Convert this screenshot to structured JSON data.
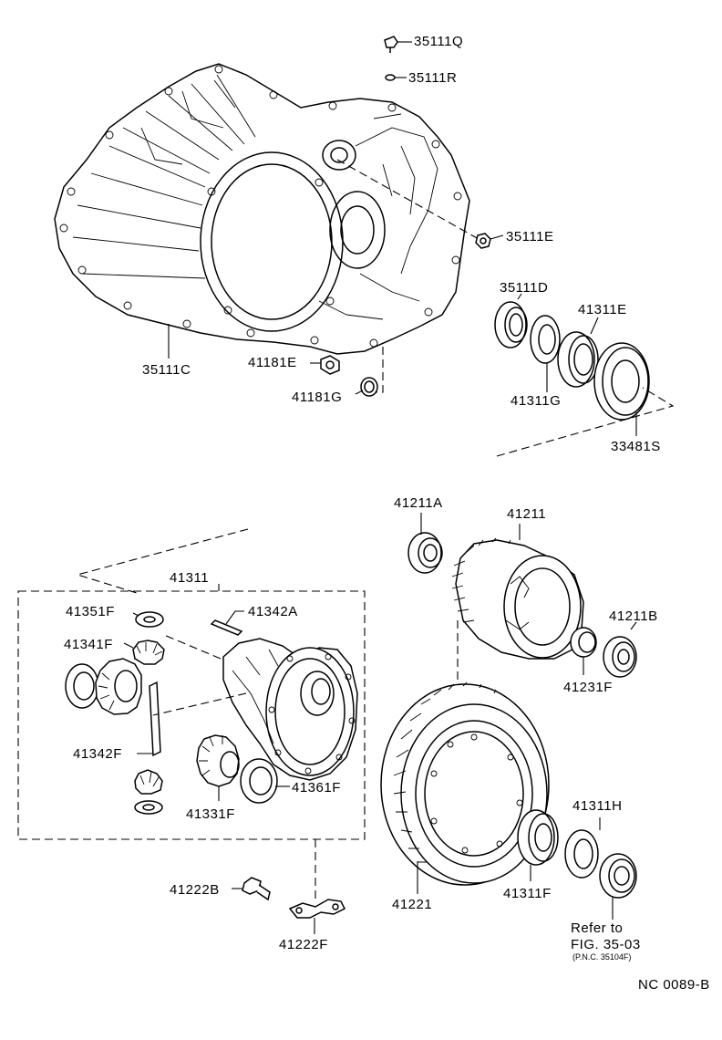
{
  "diagram_id": "NC 0089-B",
  "labels": {
    "p35111Q": "35111Q",
    "p35111R": "35111R",
    "p35111E": "35111E",
    "p35111D": "35111D",
    "p41311E": "41311E",
    "p35111C": "35111C",
    "p41181E": "41181E",
    "p41181G": "41181G",
    "p41311G": "41311G",
    "p33481S": "33481S",
    "p41211A": "41211A",
    "p41211": "41211",
    "p41311": "41311",
    "p41351F": "41351F",
    "p41342A": "41342A",
    "p41341F": "41341F",
    "p41211B": "41211B",
    "p41231F": "41231F",
    "p41342F": "41342F",
    "p41361F": "41361F",
    "p41331F": "41331F",
    "p41311H": "41311H",
    "p41222B": "41222B",
    "p41222F": "41222F",
    "p41221": "41221",
    "p41311F": "41311F"
  },
  "reference": {
    "line1": "Refer to",
    "line2": "FIG. 35-03",
    "line3": "(P.N.C. 35104F)"
  },
  "colors": {
    "ink": "#000000",
    "paper": "#ffffff"
  }
}
